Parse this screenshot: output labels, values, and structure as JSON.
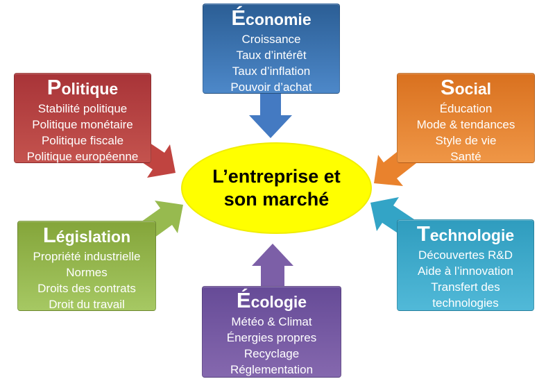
{
  "diagram": {
    "center": {
      "line1": "L’entreprise et",
      "line2": "son marché",
      "fill_color": "#ffff00",
      "text_color": "#000000"
    },
    "factors": [
      {
        "key": "economie",
        "title": "Économie",
        "items": [
          "Croissance",
          "Taux d’intérêt",
          "Taux d’inflation",
          "Pouvoir d’achat"
        ],
        "color": "#447ac2"
      },
      {
        "key": "politique",
        "title": "Politique",
        "items": [
          "Stabilité politique",
          "Politique monétaire",
          "Politique fiscale",
          "Politique européenne"
        ],
        "color": "#c04440"
      },
      {
        "key": "social",
        "title": "Social",
        "items": [
          "Éducation",
          "Mode & tendances",
          "Style de vie",
          "Santé"
        ],
        "color": "#e9822d"
      },
      {
        "key": "legislation",
        "title": "Législation",
        "items": [
          "Propriété industrielle",
          "Normes",
          "Droits des contrats",
          "Droit du travail"
        ],
        "color": "#97ba4f"
      },
      {
        "key": "technologie",
        "title": "Technologie",
        "items": [
          "Découvertes R&D",
          "Aide à l’innovation",
          "Transfert des technologies"
        ],
        "color": "#33a4c6"
      },
      {
        "key": "ecologie",
        "title": "Écologie",
        "items": [
          "Météo & Climat",
          "Énergies propres",
          "Recyclage",
          "Réglementation"
        ],
        "color": "#7c5fa7"
      }
    ]
  }
}
